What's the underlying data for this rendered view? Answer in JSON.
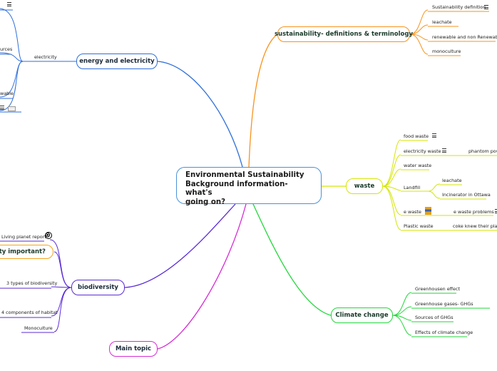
{
  "central": {
    "line1": "Environmental Sustainability",
    "line2": "Background information- what's",
    "line3": "going on?"
  },
  "topics": {
    "sustainability": "sustainability- definitions & terminology",
    "energy": "energy and electricity",
    "waste": "waste",
    "biodiversity": "biodiversity",
    "climate": "Climate change",
    "main": "Main topic"
  },
  "sustainability_items": [
    "Sustainability definition",
    "leachate",
    "renewable and non Renewable",
    "monoculture"
  ],
  "energy_items": {
    "electricity": "electricity",
    "cut_top": "",
    "cut_sources": "urces",
    "cut_able": "wable"
  },
  "waste_items": {
    "food": "food waste",
    "electricity": "electricity waste",
    "phantom": "phantom power",
    "water": "water waste",
    "landfill": "Landfill",
    "leachate": "leachate",
    "incinerator": "Incinerator in Ottawa",
    "ewaste": "e waste",
    "ewaste_problems": "e waste problems",
    "plastic": "Plastic waste",
    "coke": "coke knew their plastic"
  },
  "biodiversity_items": {
    "living": "Living planet report",
    "important": "sity important?",
    "types": "3 types of biodiversity",
    "habitat": "4 components of habitat",
    "monoculture": "Monoculture"
  },
  "climate_items": [
    "Greenhousen effect",
    "Greenhouse gases- GHGs",
    "Sources of GHGs",
    "Effects of climate change"
  ],
  "colors": {
    "central": "#4a90d9",
    "sustainability": "#f7931e",
    "energy": "#2f6fdb",
    "waste": "#d4e600",
    "biodiversity": "#5a2bd6",
    "climate": "#22d63a",
    "main": "#d62bd6",
    "important_box": "#f2a31b"
  },
  "icons": [
    "menu-icon",
    "wwf-panda-icon",
    "ewaste-image-icon",
    "note-icon"
  ]
}
